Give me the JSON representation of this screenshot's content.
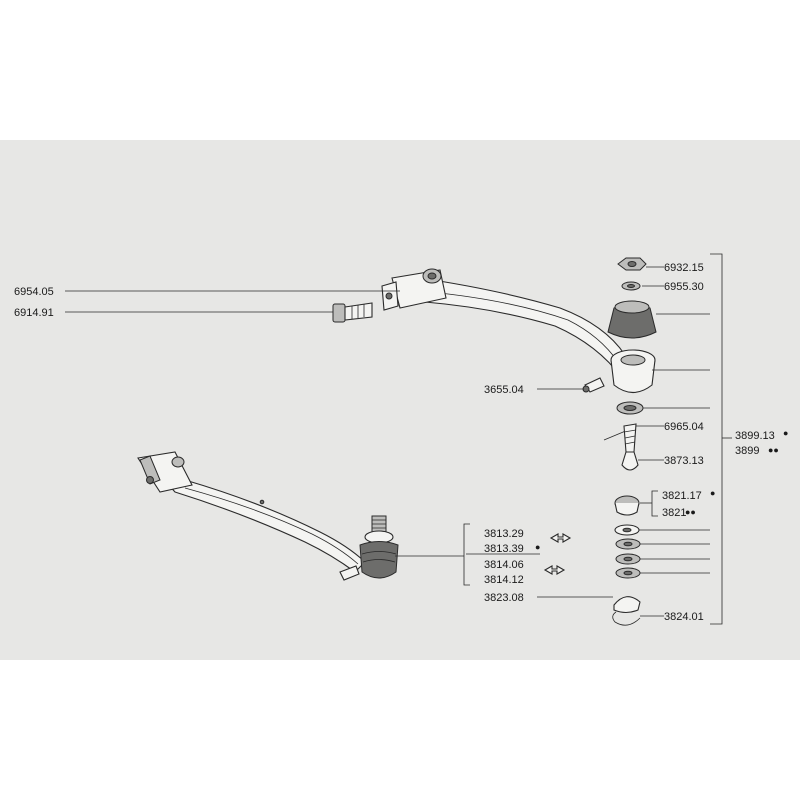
{
  "labels": {
    "p6954_05": "6954.05",
    "p6914_91": "6914.91",
    "p3655_04": "3655.04",
    "p6932_15": "6932.15",
    "p6955_30": "6955.30",
    "p6965_04": "6965.04",
    "p3873_13": "3873.13",
    "p3821_17": "3821.17",
    "p3821": "3821",
    "p3899_13": "3899.13",
    "p3899": "3899",
    "p3813_29": "3813.29",
    "p3813_39": "3813.39",
    "p3814_06": "3814.06",
    "p3814_12": "3814.12",
    "p3823_08": "3823.08",
    "p3824_01": "3824.01"
  },
  "marks": {
    "one_dot": "●",
    "two_dots": "●●"
  }
}
